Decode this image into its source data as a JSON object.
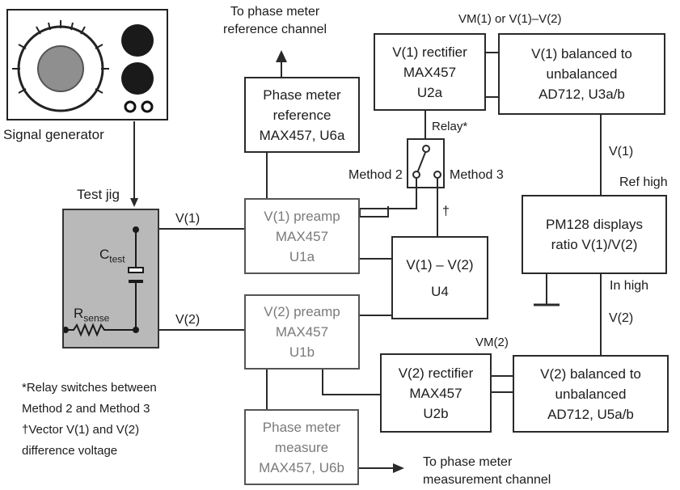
{
  "generator": {
    "label": "Signal generator"
  },
  "jig": {
    "label": "Test jig",
    "c_main": "C",
    "c_sub": "test",
    "r_main": "R",
    "r_sub": "sense"
  },
  "boxes": {
    "phase_ref": [
      "Phase meter",
      "reference",
      "MAX457, U6a"
    ],
    "v1_rect": [
      "V(1) rectifier",
      "MAX457",
      "U2a"
    ],
    "v1_bal": [
      "V(1) balanced to",
      "unbalanced",
      "AD712, U3a/b"
    ],
    "v1_pre": [
      "V(1) preamp",
      "MAX457",
      "U1a"
    ],
    "diff": [
      "V(1) – V(2)",
      "U4"
    ],
    "pm128": [
      "PM128 displays",
      "ratio V(1)/V(2)"
    ],
    "v2_pre": [
      "V(2) preamp",
      "MAX457",
      "U1b"
    ],
    "v2_rect": [
      "V(2) rectifier",
      "MAX457",
      "U2b"
    ],
    "v2_bal": [
      "V(2) balanced to",
      "unbalanced",
      "AD712, U5a/b"
    ],
    "phase_meas": [
      "Phase meter",
      "measure",
      "MAX457, U6b"
    ]
  },
  "labels": {
    "to_ref": [
      "To phase meter",
      "reference channel"
    ],
    "vm1": "VM(1) or V(1)–V(2)",
    "relay": "Relay*",
    "method2": "Method 2",
    "method3": "Method 3",
    "v1_line": "V(1)",
    "v2_line": "V(2)",
    "dagger": "†",
    "v1_right": "V(1)",
    "ref_high": "Ref high",
    "in_high": "In high",
    "v2_right": "V(2)",
    "vm2": "VM(2)",
    "to_meas": [
      "To phase meter",
      "measurement channel"
    ]
  },
  "notes": [
    "*Relay switches between",
    "Method 2 and Method 3",
    "†Vector V(1) and V(2)",
    "difference voltage"
  ]
}
